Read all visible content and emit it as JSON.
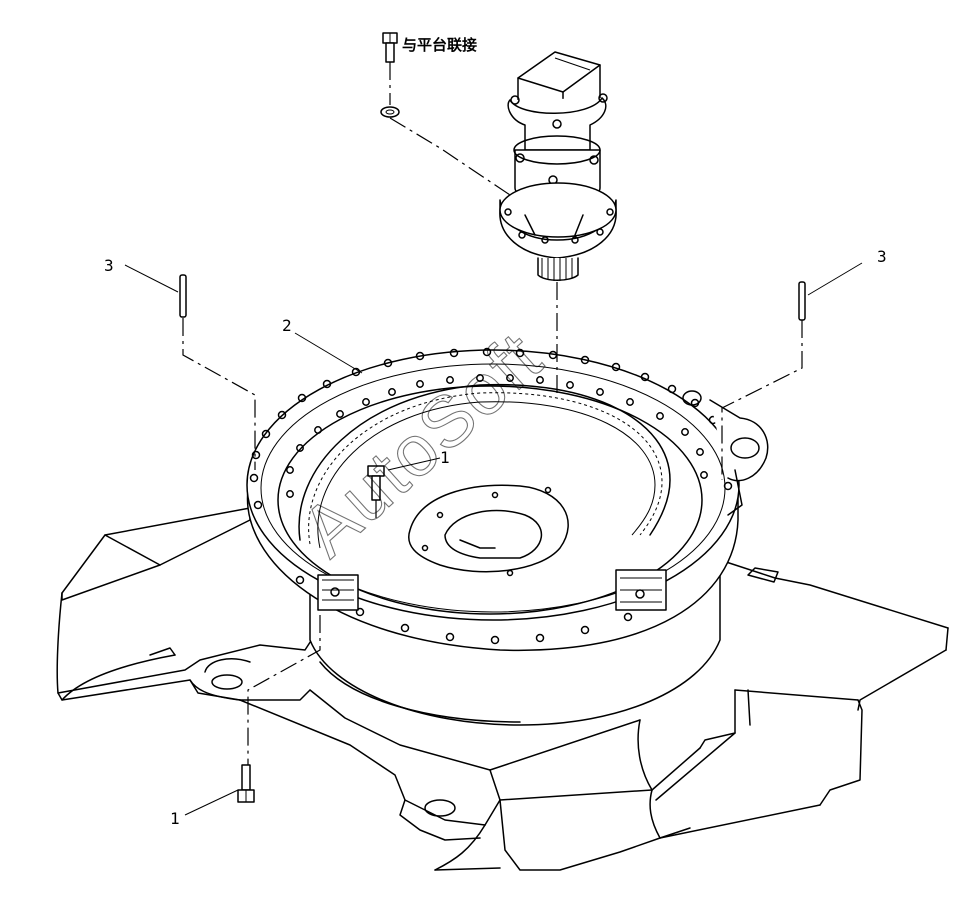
{
  "note": {
    "label": "与平台联接"
  },
  "callouts": [
    {
      "id": "callout-1-bolt",
      "text": "1"
    },
    {
      "id": "callout-1-inner",
      "text": "1"
    },
    {
      "id": "callout-2-ring",
      "text": "2"
    },
    {
      "id": "callout-3-left",
      "text": "3"
    },
    {
      "id": "callout-3-right",
      "text": "3"
    }
  ],
  "watermark": {
    "text": "AutoSoft"
  }
}
